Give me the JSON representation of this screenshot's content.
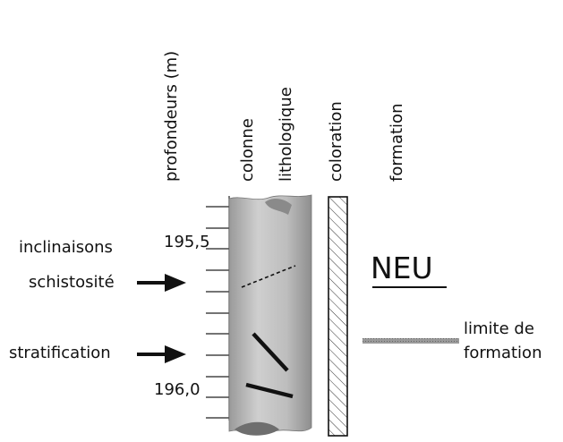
{
  "headers": {
    "depth": "profondeurs (m)",
    "column_line1": "colonne",
    "column_line2": "lithologique",
    "coloration": "coloration",
    "formation": "formation"
  },
  "depth_ticks": {
    "upper": "195,5",
    "lower": "196,0"
  },
  "left_labels": {
    "inclinaisons": "inclinaisons",
    "schistosite": "schistosité",
    "stratification": "stratification"
  },
  "formation": {
    "code": "NEU"
  },
  "boundary_label": {
    "line1": "limite de",
    "line2": "formation"
  },
  "colors": {
    "core_gray": "#b8b8b8",
    "boundary_gray": "#8a8a8a",
    "ink": "#111111"
  }
}
